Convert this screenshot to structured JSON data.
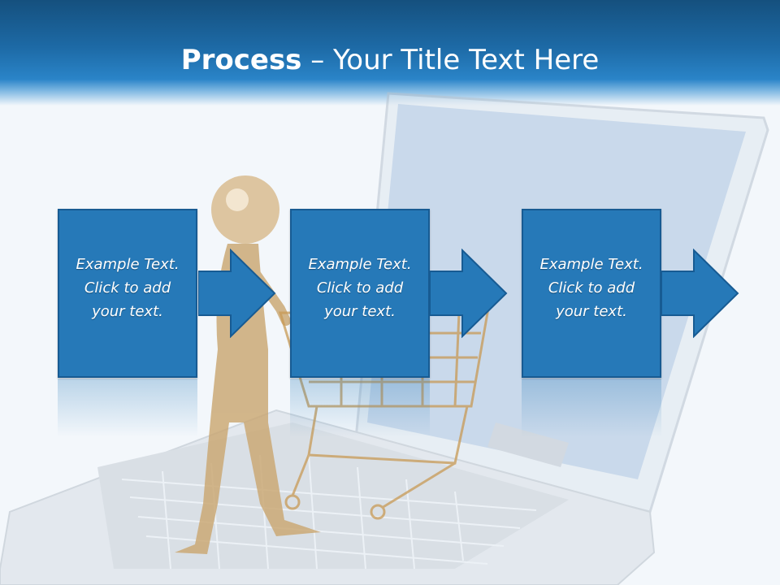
{
  "slide": {
    "title_bold": "Process",
    "title_rest": " – Your Title Text Here"
  },
  "steps": [
    {
      "text": "Example Text.\nClick  to add\nyour text."
    },
    {
      "text": "Example Text.\nClick  to add\nyour text."
    },
    {
      "text": "Example Text.\nClick  to add\nyour text."
    }
  ],
  "colors": {
    "header": "#1d6aa6",
    "box_fill": "#2679b8",
    "box_border": "#175b93",
    "text": "#ffffff"
  },
  "illustration": {
    "subject": "gold figure pushing shopping cart on laptop keyboard",
    "icons": [
      "laptop-icon",
      "person-figure-icon",
      "shopping-cart-icon"
    ]
  }
}
